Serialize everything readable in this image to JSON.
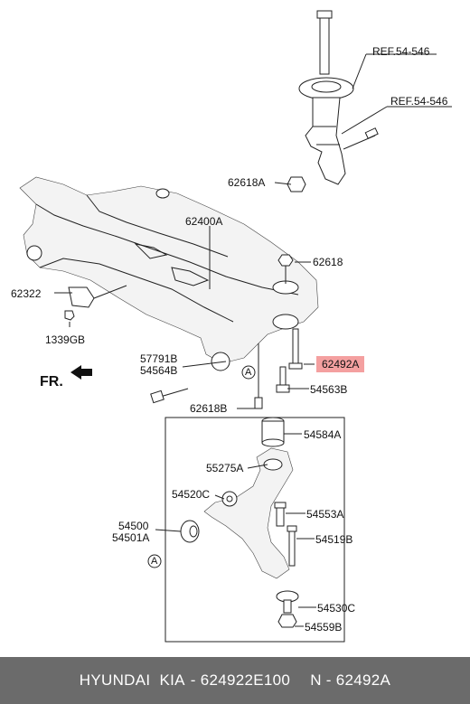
{
  "labels": {
    "ref1": "REF.54-546",
    "ref2": "REF.54-546",
    "p62618A": "62618A",
    "p62400A": "62400A",
    "p62618": "62618",
    "p62322": "62322",
    "p1339GB": "1339GB",
    "p57791B": "57791B",
    "p54564B": "54564B",
    "p62492A": "62492A",
    "p54563B": "54563B",
    "p62618B": "62618B",
    "p54584A": "54584A",
    "p55275A": "55275A",
    "p54520C": "54520C",
    "p54553A": "54553A",
    "p54500": "54500",
    "p54501A": "54501A",
    "p54519B": "54519B",
    "p54530C": "54530C",
    "p54559B": "54559B",
    "fr": "FR.",
    "circleA1": "A",
    "circleA2": "A"
  },
  "highlight_color": "#f4a0a0",
  "footer": {
    "brand": "HYUNDAI  KIA",
    "part_number": "- 624922E100",
    "oem": "N - 62492A"
  }
}
